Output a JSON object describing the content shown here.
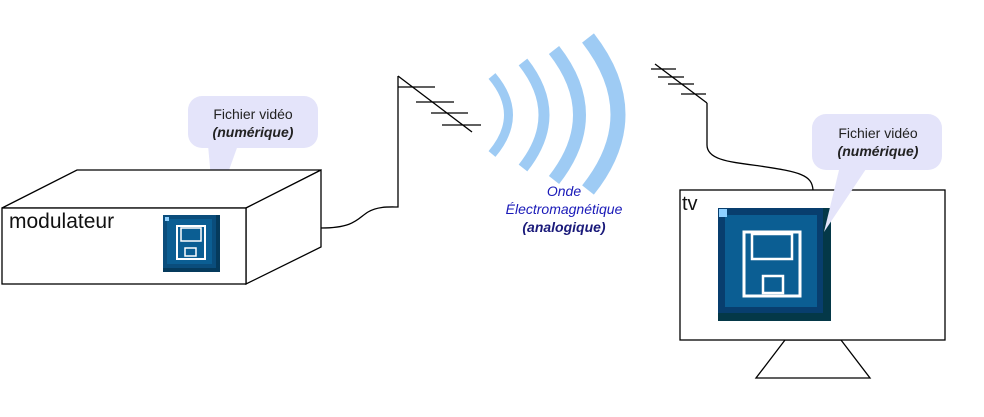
{
  "modulator": {
    "label": "modulateur",
    "icon": "floppy-disk-icon"
  },
  "tv": {
    "label": "tv",
    "icon": "floppy-disk-icon"
  },
  "bubble_left": {
    "line1": "Fichier vidéo",
    "line2": "(numérique)"
  },
  "bubble_right": {
    "line1": "Fichier vidéo",
    "line2": "(numérique)"
  },
  "wave": {
    "line1": "Onde",
    "line2": "Électromagnétique",
    "line3": "(analogique)"
  },
  "colors": {
    "bubble": "#e4e4fa",
    "wave": "#9ecbf4",
    "wave_text": "#1a1ab8",
    "icon_bg": "#0b5a8c",
    "icon_dark": "#053a5c"
  }
}
